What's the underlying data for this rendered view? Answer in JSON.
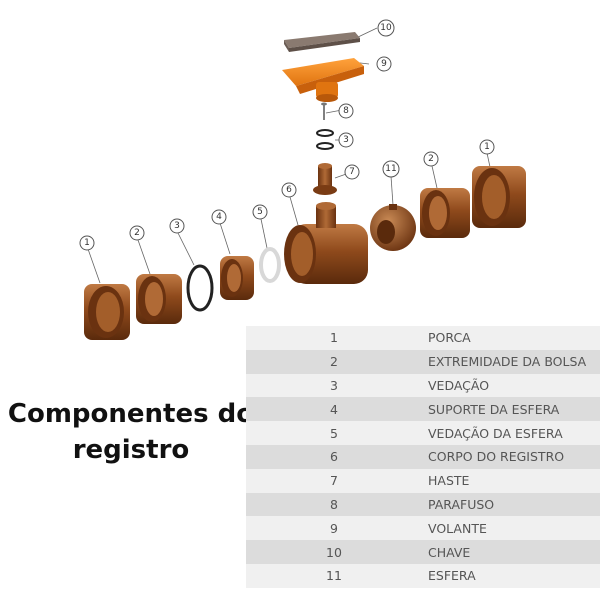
{
  "title": {
    "line1": "Componentes do",
    "line2": "registro"
  },
  "callouts": [
    "1",
    "2",
    "3",
    "4",
    "5",
    "6",
    "7",
    "8",
    "9",
    "10",
    "11"
  ],
  "parts": [
    {
      "number": "1",
      "name": "PORCA"
    },
    {
      "number": "2",
      "name": "EXTREMIDADE DA BOLSA"
    },
    {
      "number": "3",
      "name": "VEDAÇÃO"
    },
    {
      "number": "4",
      "name": "SUPORTE DA ESFERA"
    },
    {
      "number": "5",
      "name": "VEDAÇÃO DA ESFERA"
    },
    {
      "number": "6",
      "name": "CORPO DO REGISTRO"
    },
    {
      "number": "7",
      "name": "HASTE"
    },
    {
      "number": "8",
      "name": "PARAFUSO"
    },
    {
      "number": "9",
      "name": "VOLANTE"
    },
    {
      "number": "10",
      "name": "CHAVE"
    },
    {
      "number": "11",
      "name": "ESFERA"
    }
  ],
  "colors": {
    "pvc_brown": "#8b4513",
    "handle_orange": "#f28a1e",
    "key_gray": "#7a6a62",
    "seal_black": "#222222",
    "seal_white": "#e8e8e8"
  }
}
